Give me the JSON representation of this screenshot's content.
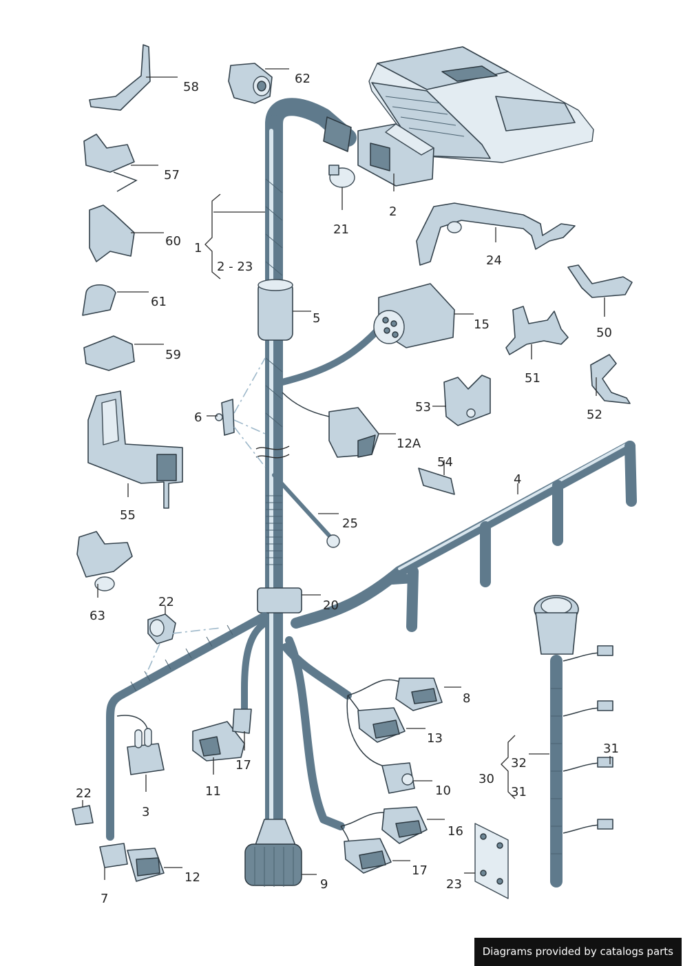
{
  "callouts": {
    "c58": "58",
    "c62": "62",
    "c57": "57",
    "c2": "2",
    "c21": "21",
    "c60": "60",
    "c1": "1",
    "c2_23": "2 - 23",
    "c24": "24",
    "c61": "61",
    "c5": "5",
    "c15": "15",
    "c50": "50",
    "c59": "59",
    "c51": "51",
    "c6": "6",
    "c53": "53",
    "c52": "52",
    "c12A": "12A",
    "c54": "54",
    "c4": "4",
    "c55": "55",
    "c25": "25",
    "c63": "63",
    "c22a": "22",
    "c20": "20",
    "c8": "8",
    "c13": "13",
    "c31a": "31",
    "c32": "32",
    "c30": "30",
    "c31b": "31",
    "c17a": "17",
    "c11": "11",
    "c10": "10",
    "c3": "3",
    "c22b": "22",
    "c16": "16",
    "c17b": "17",
    "c12": "12",
    "c9": "9",
    "c7": "7",
    "c23": "23"
  },
  "watermark": "Diagrams provided by catalogs parts",
  "colors": {
    "harness": "#5f7a8c",
    "part_fill": "#c3d3de",
    "outline": "#33414b",
    "background": "#ffffff"
  }
}
